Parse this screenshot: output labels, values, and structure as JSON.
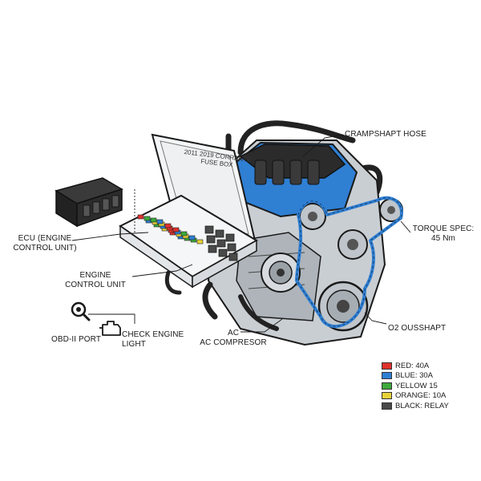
{
  "labels": {
    "crankshaft_hose": "CRAMPSHAPT HOSE",
    "torque_spec": "TORQUE SPEC:\n45 Nm",
    "ecu": "ECU (ENGINE\nCONTROL UNIT)",
    "engine_control_unit": "ENGINE\nCONTROL UNIT",
    "obd_port": "OBD-II PORT",
    "check_engine": "CHECK ENGINE\nLIGHT",
    "ac_compressor": "AC\nAC COMPRESOR",
    "o2_sensor": "O2 OUSSHAPT"
  },
  "fuse_box_lid_text": "2011 2019 CORRANTE\nFUSE BOX",
  "legend": [
    {
      "label": "RED: 40A",
      "color": "#e0322d"
    },
    {
      "label": "BLUE: 30A",
      "color": "#2f7fd3"
    },
    {
      "label": "YELLOW 15",
      "color": "#3daa3b"
    },
    {
      "label": "ORANGE: 10A",
      "color": "#e8d23a"
    },
    {
      "label": "BLACK: RELAY",
      "color": "#4a4a4a"
    }
  ],
  "colors": {
    "engine_blue": "#2f7fd3",
    "outline": "#1a1a1a",
    "metal": "#c9ced3"
  },
  "icons": {
    "obd": "magnifier-icon",
    "check_engine": "engine-warning-icon"
  }
}
